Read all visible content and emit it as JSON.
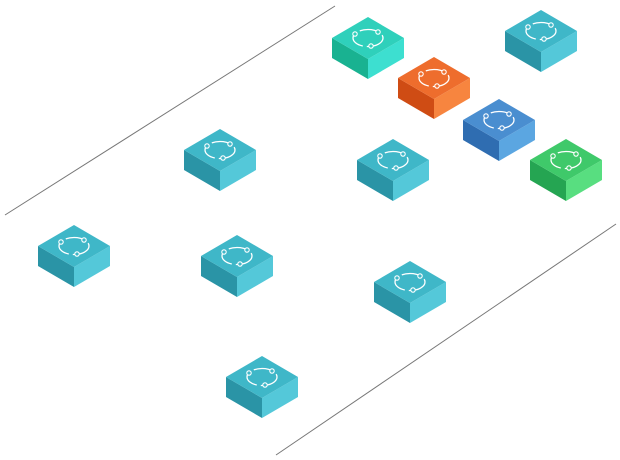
{
  "diagram": {
    "icon": "network-switch-icon",
    "node_glyph": "cycle-arrows-icon",
    "colors": {
      "teal": {
        "top": "#3fb7c8",
        "left": "#2a94a6",
        "right": "#54c8d9"
      },
      "mint": {
        "top": "#2fd0bb",
        "left": "#19b291",
        "right": "#3ddfd0"
      },
      "orange": {
        "top": "#ee6d2d",
        "left": "#cf4c14",
        "right": "#f7853f"
      },
      "blue": {
        "top": "#4a8ed0",
        "left": "#2f6db1",
        "right": "#5ba6e1"
      },
      "green": {
        "top": "#3fc96a",
        "left": "#25a552",
        "right": "#58de80"
      },
      "line": "#777777",
      "glyph": "#ffffff"
    },
    "nodes": [
      {
        "id": "node-mint",
        "color": "mint"
      },
      {
        "id": "node-top-right",
        "color": "teal"
      },
      {
        "id": "node-orange",
        "color": "orange"
      },
      {
        "id": "node-blue",
        "color": "blue"
      },
      {
        "id": "node-green",
        "color": "green"
      },
      {
        "id": "node-upper-left",
        "color": "teal"
      },
      {
        "id": "node-center",
        "color": "teal"
      },
      {
        "id": "node-left",
        "color": "teal"
      },
      {
        "id": "node-middle",
        "color": "teal"
      },
      {
        "id": "node-right-middle",
        "color": "teal"
      },
      {
        "id": "node-bottom",
        "color": "teal"
      }
    ]
  }
}
